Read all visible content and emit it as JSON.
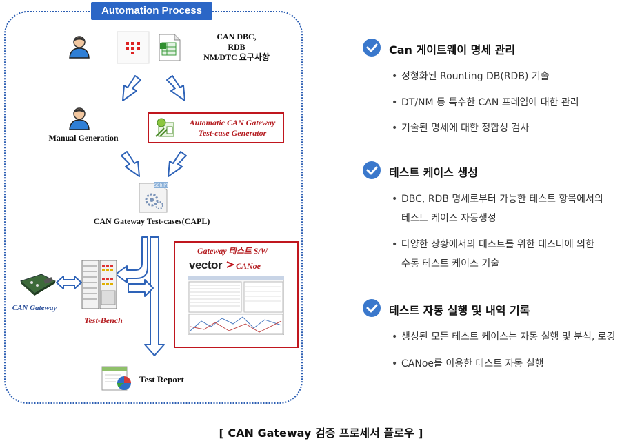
{
  "diagram": {
    "title": "Automation Process",
    "inputs_label_line1": "CAN DBC,",
    "inputs_label_line2": "RDB",
    "inputs_label_line3": "NM/DTC 요구사항",
    "manual_generation": "Manual Generation",
    "auto_generator_line1": "Automatic CAN Gateway",
    "auto_generator_line2": "Test-case Generator",
    "test_cases": "CAN Gateway Test-cases(CAPL)",
    "gateway_sw": "Gateway 테스트 S/W",
    "vector_logo": "vector",
    "canoe_label": "CANoe",
    "can_gateway": "CAN Gateway",
    "test_bench": "Test-Bench",
    "test_report": "Test Report",
    "script_tag": "SCRIPT"
  },
  "sections": [
    {
      "title": "Can 게이트웨이 명세 관리",
      "bullets": [
        [
          "정형화된 Rounting DB(RDB) 기술"
        ],
        [
          "DT/NM 등 특수한 CAN 프레임에 대한 관리"
        ],
        [
          "기술된 명세에 대한 정합성 검사"
        ]
      ]
    },
    {
      "title": "테스트 케이스 생성",
      "bullets": [
        [
          "DBC, RDB 명세로부터 가능한 테스트 항목에서의",
          "테스트 케이스 자동생성"
        ],
        [
          "다양한 상황에서의 테스트를 위한 테스터에 의한",
          "수동 테스트 케이스 기술"
        ]
      ]
    },
    {
      "title": "테스트 자동 실행 및 내역 기록",
      "bullets": [
        [
          "생성된 모든 테스트 케이스는 자동 실행 및 분석, 로깅"
        ],
        [
          "CANoe를 이용한 테스트 자동 실행"
        ]
      ]
    }
  ],
  "caption": "[ CAN Gateway 검증 프로세서 플로우 ]",
  "colors": {
    "accent_blue": "#2b66c6",
    "check_blue": "#3a78cc",
    "highlight_red": "#c0161e",
    "arrow_blue": "#2e63b8"
  }
}
